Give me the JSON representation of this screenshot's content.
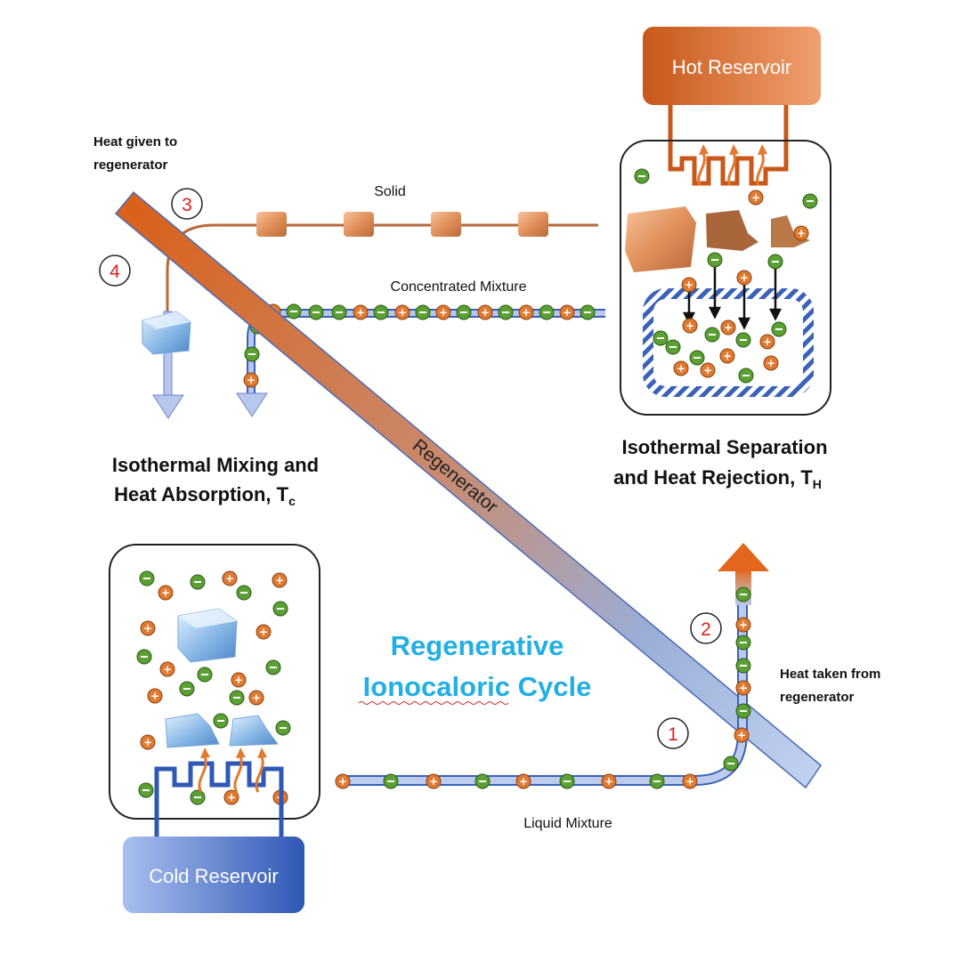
{
  "labels": {
    "hot_reservoir": "Hot Reservoir",
    "cold_reservoir": "Cold Reservoir",
    "heat_given_line1": "Heat given to",
    "heat_given_line2": "regenerator",
    "heat_taken_line1": "Heat taken from",
    "heat_taken_line2": "regenerator",
    "solid": "Solid",
    "concentrated_mixture": "Concentrated Mixture",
    "liquid_mixture": "Liquid  Mixture",
    "regenerator": "Regenerator",
    "mixing_line1": "Isothermal Mixing and",
    "mixing_line2": "Heat Absorption, T",
    "mixing_sub": "c",
    "separation_line1": "Isothermal Separation",
    "separation_line2": "and Heat Rejection, T",
    "separation_sub": "H",
    "title_line1": "Regenerative",
    "title_line2": "Ionocaloric Cycle"
  },
  "steps": {
    "s1": "1",
    "s2": "2",
    "s3": "3",
    "s4": "4"
  },
  "colors": {
    "hot": "#d2641f",
    "cold": "#3a62b8",
    "ion_plus": "#e07a30",
    "ion_minus": "#5aa032",
    "title": "#22aee6",
    "step_number": "#e02020"
  },
  "icons": {
    "ion_positive": "plus-ion-icon",
    "ion_negative": "minus-ion-icon",
    "ice": "ice-cube-icon",
    "heat_flow": "heat-arrow-icon"
  }
}
